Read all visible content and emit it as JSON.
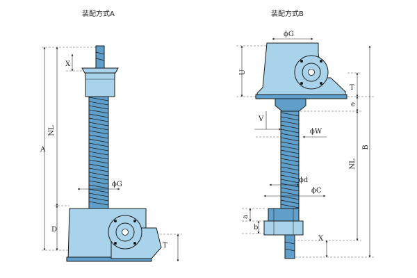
{
  "diagram_a": {
    "title": "装配方式A",
    "labels": {
      "x": "X",
      "nl": "NL",
      "a": "A",
      "g": "ϕG",
      "d": "D",
      "t": "T"
    }
  },
  "diagram_b": {
    "title": "装配方式B",
    "labels": {
      "g": "ϕG",
      "u": "U",
      "t": "T",
      "e": "e",
      "v": "V",
      "w": "ϕW",
      "nl": "NL",
      "b": "B",
      "d": "ϕd",
      "c": "ϕC",
      "a": "a",
      "b_small": "b",
      "x": "X"
    }
  },
  "colors": {
    "body": "#a9d3ea",
    "dark": "#5f9fc9",
    "line": "#222222"
  }
}
